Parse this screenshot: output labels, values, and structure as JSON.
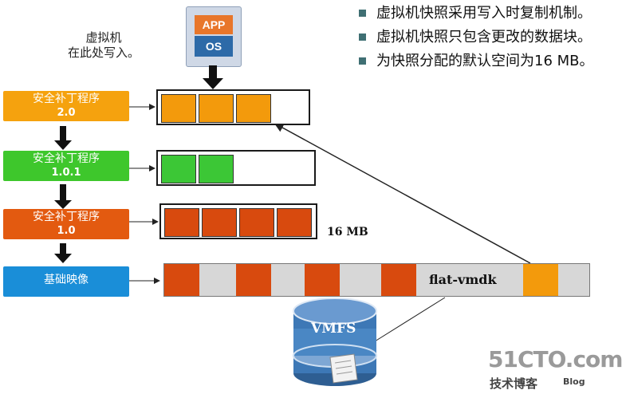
{
  "note": {
    "line1": "虚拟机",
    "line2": "在此处写入。"
  },
  "app_icon": {
    "top_label": "APP",
    "bottom_label": "OS"
  },
  "bullets": [
    {
      "text": "虚拟机快照采用写入时复制机制。"
    },
    {
      "text": "虚拟机快照只包含更改的数据块。"
    },
    {
      "text": "为快照分配的默认空间为16 MB。"
    }
  ],
  "levels": [
    {
      "label": "安全补丁程序",
      "version": "2.0",
      "color": "#f5a20e"
    },
    {
      "label": "安全补丁程序",
      "version": "1.0.1",
      "color": "#3ec72c"
    },
    {
      "label": "安全补丁程序",
      "version": "1.0",
      "color": "#e35a10"
    },
    {
      "label": "基础映像",
      "version": "",
      "color": "#1a8ed8"
    }
  ],
  "bars": [
    {
      "blocks": 3,
      "color": "#f39a0c"
    },
    {
      "blocks": 2,
      "color": "#3cc736"
    },
    {
      "blocks": 4,
      "color": "#d84a0e"
    }
  ],
  "size_label": "16 MB",
  "flat_label": "flat-vmdk",
  "flat_blocks": [
    {
      "color": "#d84a0e"
    },
    {
      "color": "#d84a0e"
    },
    {
      "color": "#d84a0e"
    },
    {
      "color": "#d84a0e"
    },
    {
      "color": "#f39a0c"
    }
  ],
  "vmfs_label": "VMFS",
  "watermark": {
    "main": "51CTO.com",
    "sub": "技术博客",
    "blog": "Blog"
  }
}
